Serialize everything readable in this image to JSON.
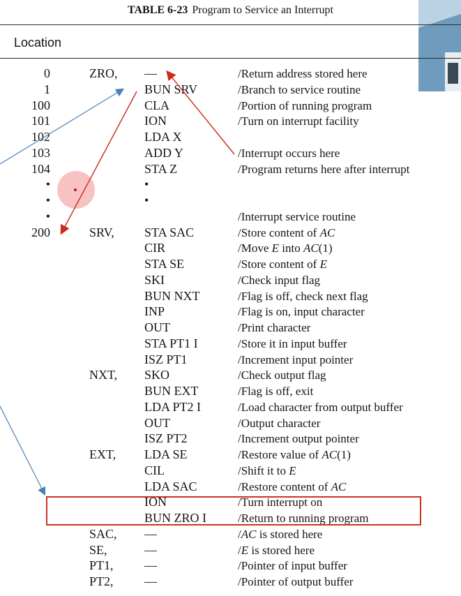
{
  "caption": {
    "label": "TABLE 6-23",
    "title": "Program to Service an Interrupt"
  },
  "header": {
    "location": "Location"
  },
  "rows": [
    {
      "loc": "0",
      "sym": "ZRO,",
      "ins": "—",
      "cmt": "/Return address stored here"
    },
    {
      "loc": "1",
      "sym": "",
      "ins": "BUN SRV",
      "cmt": "/Branch to service routine"
    },
    {
      "loc": "100",
      "sym": "",
      "ins": "CLA",
      "cmt": "/Portion of running program"
    },
    {
      "loc": "101",
      "sym": "",
      "ins": "ION",
      "cmt": "/Turn on interrupt facility"
    },
    {
      "loc": "102",
      "sym": "",
      "ins": "LDA X",
      "cmt": ""
    },
    {
      "loc": "103",
      "sym": "",
      "ins": "ADD Y",
      "cmt": "/Interrupt occurs here"
    },
    {
      "loc": "104",
      "sym": "",
      "ins": "STA Z",
      "cmt": "/Program returns here after interrupt"
    },
    {
      "loc": "•",
      "sym": "",
      "ins": "•",
      "cmt": ""
    },
    {
      "loc": "•",
      "sym": "",
      "ins": "•",
      "cmt": ""
    },
    {
      "loc": "•",
      "sym": "",
      "ins": "",
      "cmt": "/Interrupt service routine"
    },
    {
      "loc": "200",
      "sym": "SRV,",
      "ins": "STA SAC",
      "cmt": "/Store content of ",
      "cmt_i": "AC"
    },
    {
      "loc": "",
      "sym": "",
      "ins": "CIR",
      "cmt": "/Move ",
      "cmt_i": "E",
      "cmt_tail": " into ",
      "cmt_i2": "AC",
      "cmt_tail2": "(1)"
    },
    {
      "loc": "",
      "sym": "",
      "ins": "STA SE",
      "cmt": "/Store content of ",
      "cmt_i": "E"
    },
    {
      "loc": "",
      "sym": "",
      "ins": "SKI",
      "cmt": "/Check input flag"
    },
    {
      "loc": "",
      "sym": "",
      "ins": "BUN NXT",
      "cmt": "/Flag is off, check next flag"
    },
    {
      "loc": "",
      "sym": "",
      "ins": "INP",
      "cmt": "/Flag is on, input character"
    },
    {
      "loc": "",
      "sym": "",
      "ins": "OUT",
      "cmt": "/Print character"
    },
    {
      "loc": "",
      "sym": "",
      "ins": "STA PT1 I",
      "cmt": "/Store it in input buffer"
    },
    {
      "loc": "",
      "sym": "",
      "ins": "ISZ PT1",
      "cmt": "/Increment input pointer"
    },
    {
      "loc": "",
      "sym": "NXT,",
      "ins": "SKO",
      "cmt": "/Check output flag"
    },
    {
      "loc": "",
      "sym": "",
      "ins": "BUN EXT",
      "cmt": "/Flag is off, exit"
    },
    {
      "loc": "",
      "sym": "",
      "ins": "LDA PT2 I",
      "cmt": "/Load character from output buffer"
    },
    {
      "loc": "",
      "sym": "",
      "ins": "OUT",
      "cmt": "/Output character"
    },
    {
      "loc": "",
      "sym": "",
      "ins": "ISZ PT2",
      "cmt": "/Increment output pointer"
    },
    {
      "loc": "",
      "sym": "EXT,",
      "ins": "LDA SE",
      "cmt": "/Restore value of ",
      "cmt_i": "AC",
      "cmt_tail": "(1)"
    },
    {
      "loc": "",
      "sym": "",
      "ins": "CIL",
      "cmt": "/Shift it to ",
      "cmt_i": "E"
    },
    {
      "loc": "",
      "sym": "",
      "ins": "LDA SAC",
      "cmt": "/Restore content of ",
      "cmt_i": "AC"
    },
    {
      "loc": "",
      "sym": "",
      "ins": "ION",
      "cmt": "/Turn interrupt on"
    },
    {
      "loc": "",
      "sym": "",
      "ins": "BUN ZRO I",
      "cmt": "/Return to running program"
    },
    {
      "loc": "",
      "sym": "SAC,",
      "ins": "—",
      "cmt": "/",
      "cmt_i": "AC",
      "cmt_tail": " is stored here"
    },
    {
      "loc": "",
      "sym": "SE,",
      "ins": "—",
      "cmt": "/",
      "cmt_i": "E",
      "cmt_tail": " is stored here"
    },
    {
      "loc": "",
      "sym": "PT1,",
      "ins": "—",
      "cmt": "/Pointer of input buffer"
    },
    {
      "loc": "",
      "sym": "PT2,",
      "ins": "—",
      "cmt": "/Pointer of output buffer"
    }
  ],
  "annotations": {
    "red_color": "#cc2a1a",
    "blue_color": "#4a7fb5",
    "highlight_color": "#cc3322"
  }
}
